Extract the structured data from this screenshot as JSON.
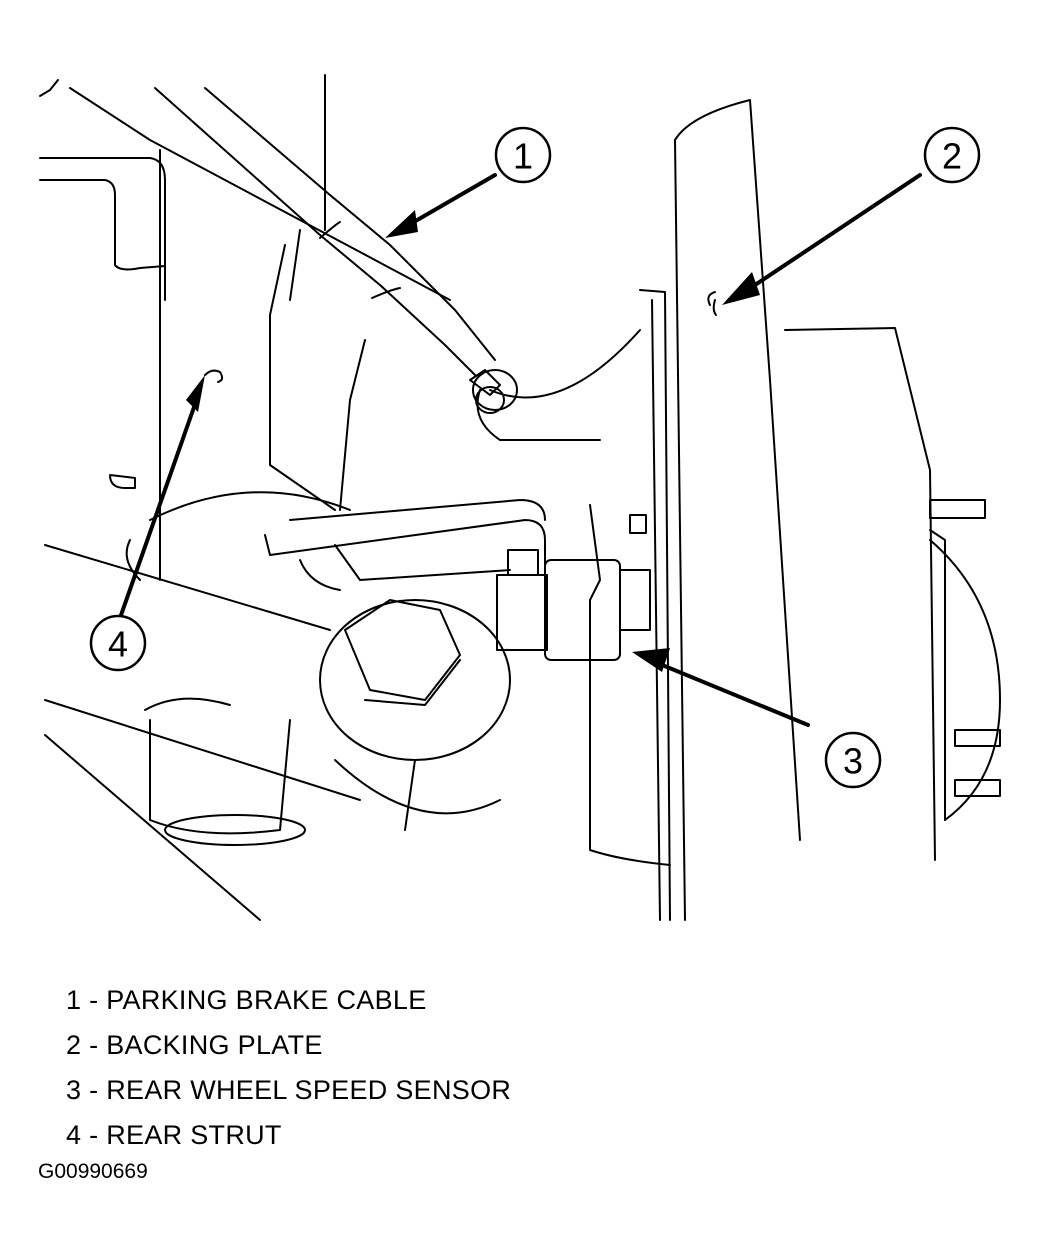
{
  "figure": {
    "callouts": [
      {
        "number": "1",
        "label": "PARKING BRAKE CABLE"
      },
      {
        "number": "2",
        "label": "BACKING PLATE"
      },
      {
        "number": "3",
        "label": "REAR WHEEL SPEED SENSOR"
      },
      {
        "number": "4",
        "label": "REAR STRUT"
      }
    ],
    "legend": [
      "1 - PARKING BRAKE CABLE",
      "2 - BACKING PLATE",
      "3 - REAR WHEEL SPEED SENSOR",
      "4 - REAR STRUT"
    ],
    "figure_id": "G00990669"
  }
}
